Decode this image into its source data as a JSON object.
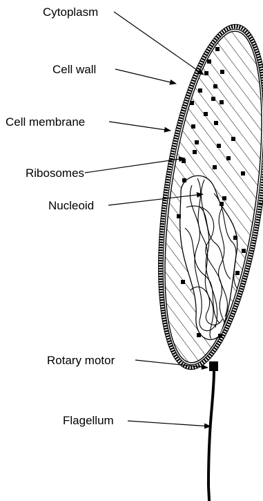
{
  "labels": {
    "cytoplasm": "Cytoplasm",
    "cell_wall": "Cell wall",
    "cell_membrane": "Cell membrane",
    "ribosomes": "Ribosomes",
    "nucleoid": "Nucleoid",
    "rotary_motor": "Rotary motor",
    "flagellum": "Flagellum"
  },
  "colors": {
    "ink": "#000000",
    "background": "#ffffff"
  }
}
